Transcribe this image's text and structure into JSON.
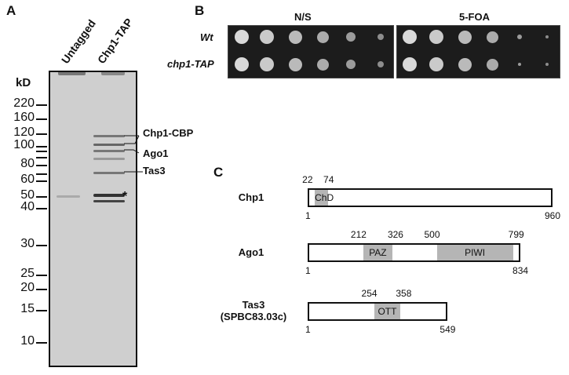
{
  "panel_a": {
    "label": "A",
    "lanes": [
      "Untagged",
      "Chp1-TAP"
    ],
    "unit": "kD",
    "markers": [
      "220",
      "160",
      "120",
      "100",
      "80",
      "60",
      "50",
      "40",
      "30",
      "25",
      "20",
      "15",
      "10"
    ],
    "annotations": [
      "Chp1-CBP",
      "Ago1",
      "Tas3",
      "*"
    ]
  },
  "panel_b": {
    "label": "B",
    "plates": [
      "N/S",
      "5-FOA"
    ],
    "strains": [
      "Wt",
      "chp1-TAP"
    ]
  },
  "panel_c": {
    "label": "C",
    "proteins": [
      {
        "name": "Chp1",
        "subname": "",
        "length": 960,
        "domains": [
          {
            "name": "ChD",
            "start": 22,
            "end": 74
          }
        ]
      },
      {
        "name": "Ago1",
        "subname": "",
        "length": 834,
        "domains": [
          {
            "name": "PAZ",
            "start": 212,
            "end": 326
          },
          {
            "name": "PIWI",
            "start": 500,
            "end": 799
          }
        ]
      },
      {
        "name": "Tas3",
        "subname": "(SPBC83.03c)",
        "length": 549,
        "domains": [
          {
            "name": "OTT",
            "start": 254,
            "end": 358
          }
        ]
      }
    ],
    "start_label": "1"
  }
}
